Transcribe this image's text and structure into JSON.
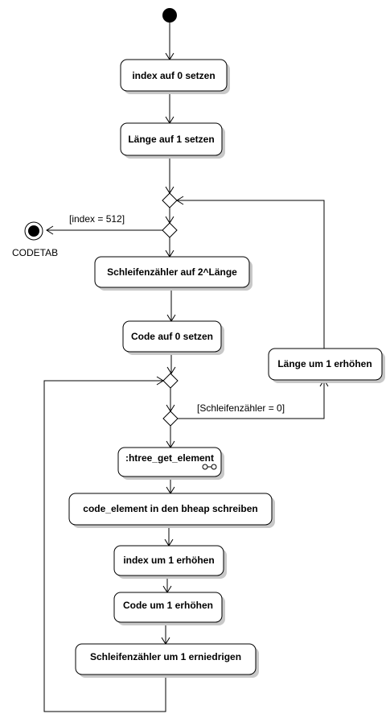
{
  "actions": {
    "index_null": "index auf 0 setzen",
    "laenge_eins": "Länge auf 1 setzen",
    "schleife_set": "Schleifenzähler auf 2^Länge",
    "code_null": "Code auf 0 setzen",
    "laenge_inc": "Länge um 1 erhöhen",
    "htree_call": ":htree_get_element",
    "bheap_write": "code_element in den bheap schreiben",
    "index_inc": "index um 1 erhöhen",
    "code_inc": "Code um 1 erhöhen",
    "schleife_dec": "Schleifenzähler um 1 erniedrigen"
  },
  "guards": {
    "index_full": "[index = 512]",
    "loop_done": "[Schleifenzähler = 0]"
  },
  "final_node_label": "CODETAB"
}
